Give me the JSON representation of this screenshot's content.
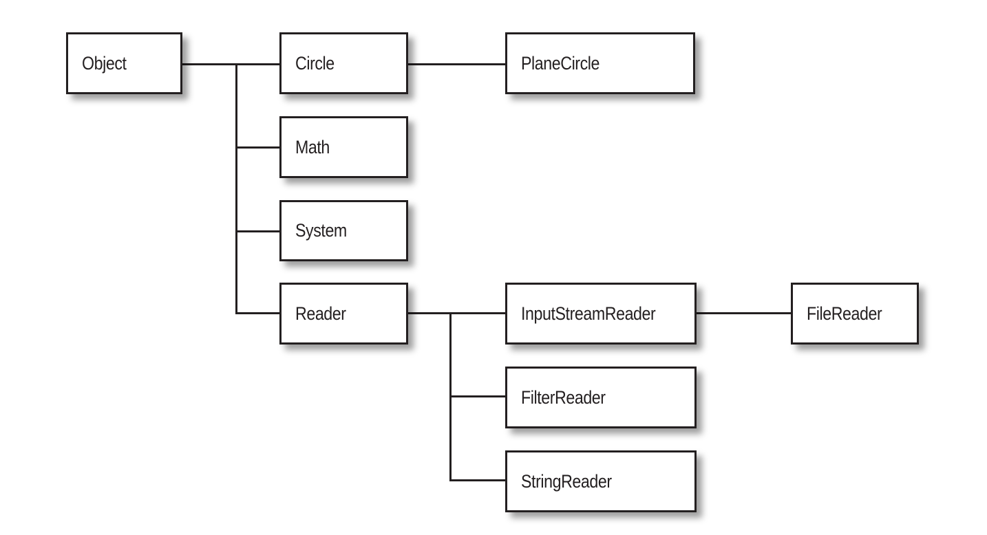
{
  "diagram": {
    "nodes": {
      "object": "Object",
      "circle": "Circle",
      "plane_circle": "PlaneCircle",
      "math": "Math",
      "system": "System",
      "reader": "Reader",
      "input_stream_reader": "InputStreamReader",
      "file_reader": "FileReader",
      "filter_reader": "FilterReader",
      "string_reader": "StringReader"
    },
    "edges": [
      {
        "from": "Object",
        "to": "Circle"
      },
      {
        "from": "Object",
        "to": "Math"
      },
      {
        "from": "Object",
        "to": "System"
      },
      {
        "from": "Object",
        "to": "Reader"
      },
      {
        "from": "Circle",
        "to": "PlaneCircle"
      },
      {
        "from": "Reader",
        "to": "InputStreamReader"
      },
      {
        "from": "Reader",
        "to": "FilterReader"
      },
      {
        "from": "Reader",
        "to": "StringReader"
      },
      {
        "from": "InputStreamReader",
        "to": "FileReader"
      }
    ],
    "colors": {
      "line": "#231f20",
      "box_fill": "#ffffff",
      "background": "#ffffff"
    }
  }
}
